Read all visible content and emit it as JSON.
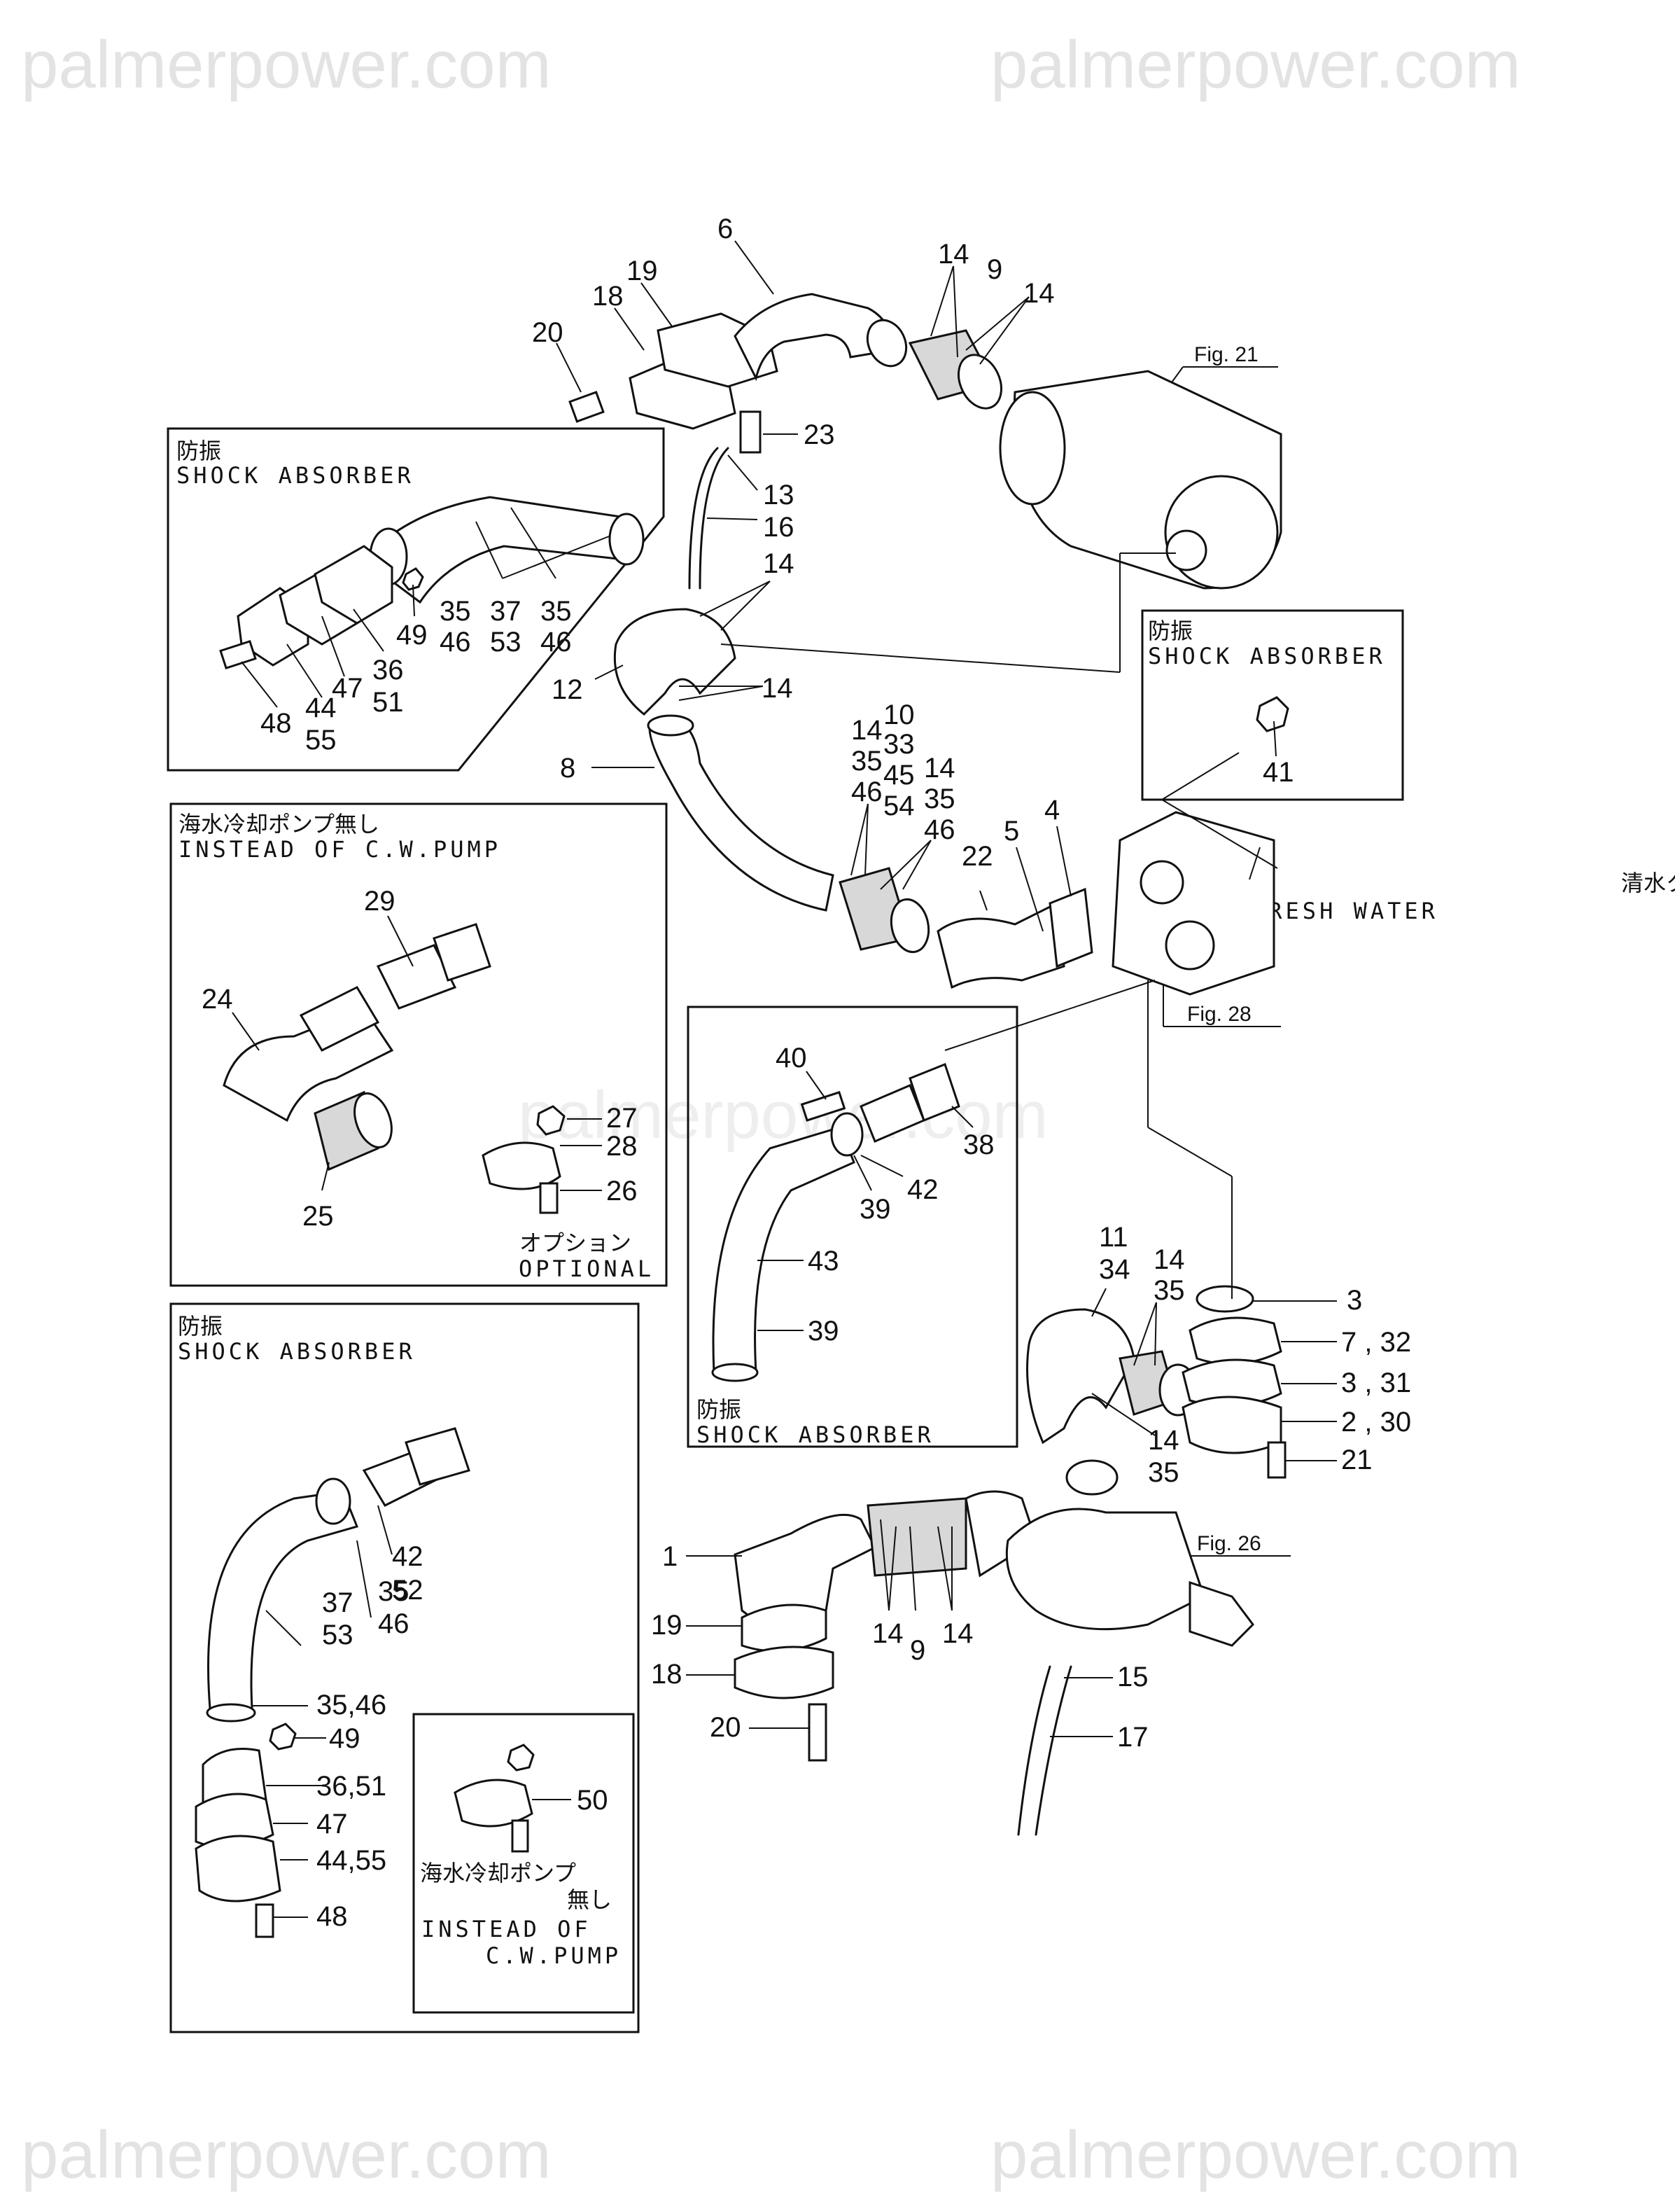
{
  "watermarks": [
    "palmerpower.com",
    "palmerpower.com",
    "palmerpower.com",
    "palmerpower.com",
    "palmerpower.com"
  ],
  "fig_refs": {
    "fig21": "Fig. 21",
    "fig28": "Fig. 28",
    "fig26": "Fig. 26"
  },
  "captions": {
    "shock_jp": "防振",
    "shock_en": "SHOCK ABSORBER",
    "fresh_jp": "清水クーラ",
    "fresh_en": "FRESH WATER",
    "instead_jp": "海水冷却ポンプ無し",
    "instead_en": "INSTEAD OF C.W.PUMP",
    "optional_jp": "オプション",
    "optional_en": "OPTIONAL",
    "instead_jp_a": "海水冷却ポンプ",
    "instead_jp_b": "無し",
    "instead_en_a": "INSTEAD OF",
    "instead_en_b": "C.W.PUMP"
  },
  "callouts": {
    "c6": "6",
    "c19a": "19",
    "c18a": "18",
    "c20a": "20",
    "c14a": "14",
    "c9a": "9",
    "c14b": "14",
    "c23": "23",
    "c13": "13",
    "c16": "16",
    "c14c": "14",
    "c12": "12",
    "c14d": "14",
    "c8": "8",
    "sa1_35a": "35",
    "sa1_46a": "46",
    "sa1_37": "37",
    "sa1_53": "53",
    "sa1_35b": "35",
    "sa1_46b": "46",
    "sa1_49": "49",
    "sa1_36": "36",
    "sa1_51": "51",
    "sa1_47": "47",
    "sa1_44": "44",
    "sa1_55": "55",
    "sa1_48": "48",
    "c41": "41",
    "g_14": "14",
    "g_35": "35",
    "g_46": "46",
    "g_10": "10",
    "g_33": "33",
    "g_45": "45",
    "g_54": "54",
    "g2_14": "14",
    "g2_35": "35",
    "g2_46": "46",
    "c22": "22",
    "c5": "5",
    "c4": "4",
    "c29": "29",
    "c24": "24",
    "c25": "25",
    "c27": "27",
    "c28": "28",
    "c26": "26",
    "c40": "40",
    "c42a": "42",
    "c38": "38",
    "c39a": "39",
    "c43": "43",
    "c39b": "39",
    "c11": "11",
    "c34": "34",
    "c14e": "14",
    "c35e": "35",
    "c3a": "3",
    "c7_32": "7 , 32",
    "c3_31": "3 , 31",
    "c2_30": "2 , 30",
    "c21": "21",
    "c14f": "14",
    "c35f": "35",
    "c1": "1",
    "c19b": "19",
    "c18b": "18",
    "c20b": "20",
    "c14g": "14",
    "c9b": "9",
    "c14h": "14",
    "c15": "15",
    "c17": "17",
    "sa3_42": "42",
    "sa3_52": "52",
    "sa3_37": "37",
    "sa3_53": "53",
    "sa3_35": "35",
    "sa3_46": "46",
    "sa3_35_46": "35,46",
    "sa3_49": "49",
    "sa3_36_51": "36,51",
    "sa3_47": "47",
    "sa3_44_55": "44,55",
    "sa3_48": "48",
    "c50": "50"
  }
}
